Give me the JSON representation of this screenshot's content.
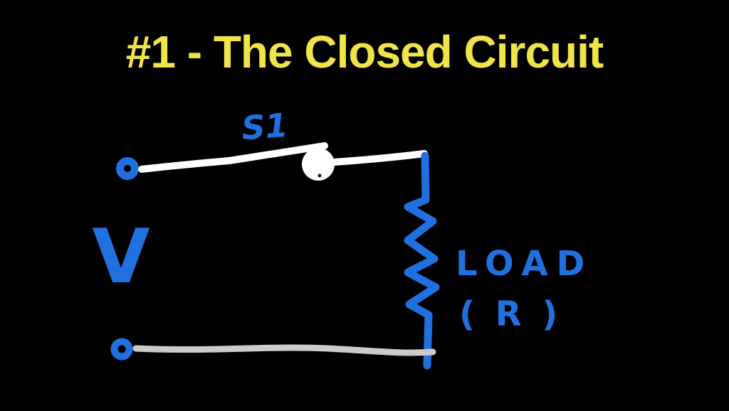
{
  "title": "#1 - The Closed Circuit",
  "colors": {
    "background": "#000000",
    "title_yellow": "#f0e44a",
    "ink_blue": "#2170e0",
    "wire_white": "#ffffff",
    "wire_gray": "#cbcbcb"
  },
  "diagram": {
    "type": "hand-drawn closed circuit schematic",
    "labels": {
      "source": "V",
      "switch": "S1",
      "load": "LOAD",
      "load_ref": "( R )"
    },
    "components": [
      {
        "name": "voltage-source",
        "label": "V"
      },
      {
        "name": "switch",
        "label": "S1"
      },
      {
        "name": "resistor",
        "label": "LOAD ( R )"
      }
    ]
  }
}
